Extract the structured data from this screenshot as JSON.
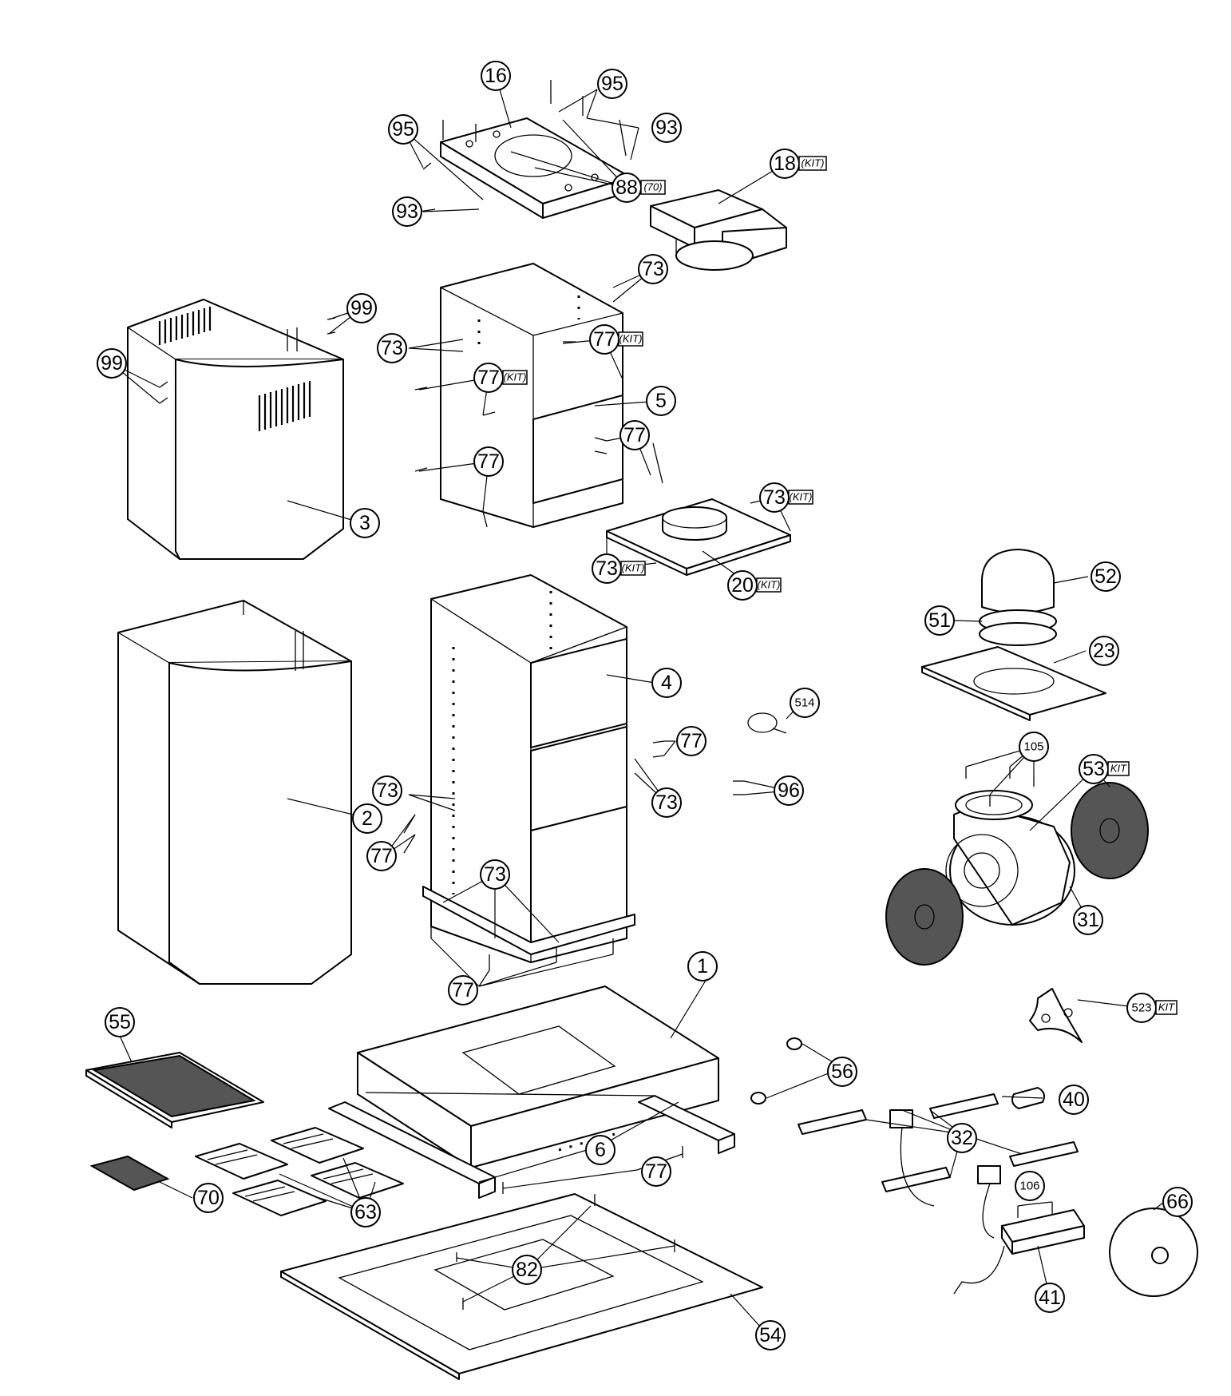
{
  "diagram": {
    "type": "exploded parts diagram",
    "callouts": [
      {
        "id": "c16",
        "label": "16",
        "kit": ""
      },
      {
        "id": "c95a",
        "label": "95",
        "kit": ""
      },
      {
        "id": "c95b",
        "label": "95",
        "kit": ""
      },
      {
        "id": "c93a",
        "label": "93",
        "kit": ""
      },
      {
        "id": "c93b",
        "label": "93",
        "kit": ""
      },
      {
        "id": "c88",
        "label": "88",
        "kit": "(70)"
      },
      {
        "id": "c18",
        "label": "18",
        "kit": "(KIT)"
      },
      {
        "id": "c73a",
        "label": "73",
        "kit": ""
      },
      {
        "id": "c99a",
        "label": "99",
        "kit": ""
      },
      {
        "id": "c99b",
        "label": "99",
        "kit": ""
      },
      {
        "id": "c73b",
        "label": "73",
        "kit": ""
      },
      {
        "id": "c77a",
        "label": "77",
        "kit": "(KIT)"
      },
      {
        "id": "c77b",
        "label": "77",
        "kit": "(KIT)"
      },
      {
        "id": "c5",
        "label": "5",
        "kit": ""
      },
      {
        "id": "c77c",
        "label": "77",
        "kit": ""
      },
      {
        "id": "c77d",
        "label": "77",
        "kit": ""
      },
      {
        "id": "c3",
        "label": "3",
        "kit": ""
      },
      {
        "id": "c73c",
        "label": "73",
        "kit": "(KIT)"
      },
      {
        "id": "c73d",
        "label": "73",
        "kit": "(KIT)"
      },
      {
        "id": "c20",
        "label": "20",
        "kit": "(KIT)"
      },
      {
        "id": "c52",
        "label": "52",
        "kit": ""
      },
      {
        "id": "c51",
        "label": "51",
        "kit": ""
      },
      {
        "id": "c23",
        "label": "23",
        "kit": ""
      },
      {
        "id": "c4",
        "label": "4",
        "kit": ""
      },
      {
        "id": "c514",
        "label": "514",
        "kit": ""
      },
      {
        "id": "c77e",
        "label": "77",
        "kit": ""
      },
      {
        "id": "c105",
        "label": "105",
        "kit": ""
      },
      {
        "id": "c53",
        "label": "53",
        "kit": "KIT"
      },
      {
        "id": "c73e",
        "label": "73",
        "kit": ""
      },
      {
        "id": "c73f",
        "label": "73",
        "kit": ""
      },
      {
        "id": "c96",
        "label": "96",
        "kit": ""
      },
      {
        "id": "c2",
        "label": "2",
        "kit": ""
      },
      {
        "id": "c77f",
        "label": "77",
        "kit": ""
      },
      {
        "id": "c73g",
        "label": "73",
        "kit": ""
      },
      {
        "id": "c31",
        "label": "31",
        "kit": ""
      },
      {
        "id": "c77g",
        "label": "77",
        "kit": ""
      },
      {
        "id": "c1",
        "label": "1",
        "kit": ""
      },
      {
        "id": "c523",
        "label": "523",
        "kit": "KIT"
      },
      {
        "id": "c55",
        "label": "55",
        "kit": ""
      },
      {
        "id": "c56",
        "label": "56",
        "kit": ""
      },
      {
        "id": "c40",
        "label": "40",
        "kit": ""
      },
      {
        "id": "c32",
        "label": "32",
        "kit": ""
      },
      {
        "id": "c6",
        "label": "6",
        "kit": ""
      },
      {
        "id": "c77h",
        "label": "77",
        "kit": ""
      },
      {
        "id": "c70",
        "label": "70",
        "kit": ""
      },
      {
        "id": "c63",
        "label": "63",
        "kit": ""
      },
      {
        "id": "c106",
        "label": "106",
        "kit": ""
      },
      {
        "id": "c66",
        "label": "66",
        "kit": ""
      },
      {
        "id": "c82",
        "label": "82",
        "kit": ""
      },
      {
        "id": "c41",
        "label": "41",
        "kit": ""
      },
      {
        "id": "c54",
        "label": "54",
        "kit": ""
      }
    ]
  }
}
